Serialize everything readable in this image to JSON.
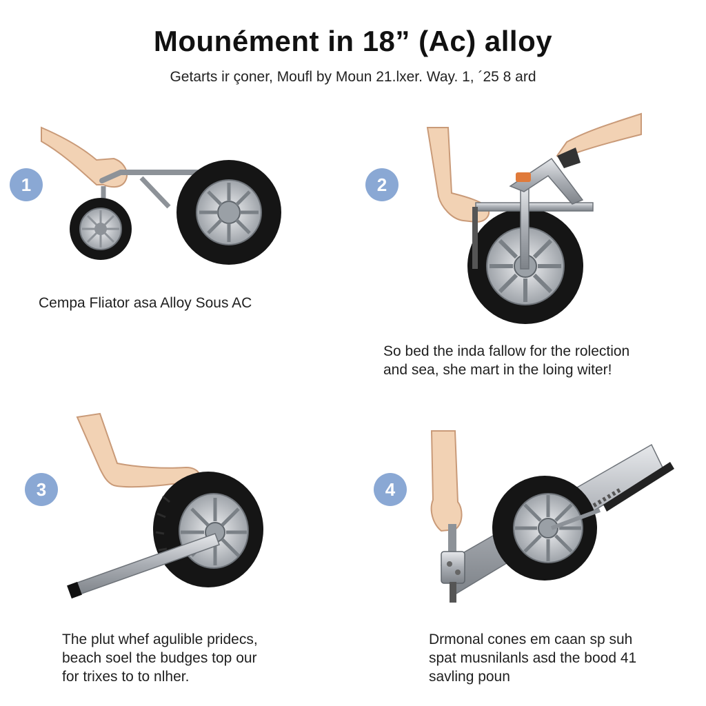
{
  "header": {
    "title": "Mounément in 18” (Ac) alloy",
    "subtitle": "Getarts ir çoner, Moufl by Moun 21.lxer. Way. 1, ´25 8 ard"
  },
  "steps": [
    {
      "number": "1",
      "caption": "Cempa Fliator asa Alloy Sous AC"
    },
    {
      "number": "2",
      "caption": "So bed the inda fallow for the rolection\nand sea, she mart in the loing witer!"
    },
    {
      "number": "3",
      "caption": "The plut whef agulible pridecs,\nbeach soel the budges top our\nfor trixes to to nlher."
    },
    {
      "number": "4",
      "caption": "Drmonal cones em caan sp suh\nspat musnilanls asd the bood 41\nsavling poun"
    }
  ],
  "colors": {
    "badge": "#8aa8d4",
    "tire": "#151515",
    "rim": "#c9ccd0",
    "skin": "#f2d2b4",
    "metal": "#a9adb3"
  }
}
